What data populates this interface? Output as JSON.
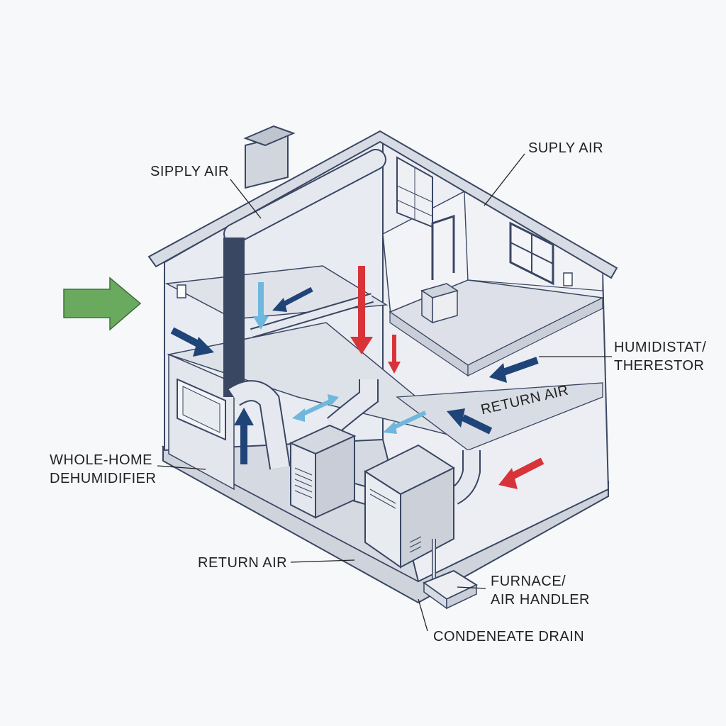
{
  "labels": {
    "supply_air_left": "SIPPLY AIR",
    "supply_air_right": "SUPLY AIR",
    "humidistat_line1": "HUMIDISTAT/",
    "humidistat_line2": "THERESTOR",
    "return_air_mid": "RETURN AIR",
    "dehumidifier_line1": "WHOLE-HOME",
    "dehumidifier_line2": "DEHUMIDIFIER",
    "return_air_bottom": "RETURN AIR",
    "furnace_line1": "FURNACE/",
    "furnace_line2": "AIR HANDLER",
    "condensate_drain": "CONDENEATE DRAIN"
  },
  "colors": {
    "outside_air_arrow": "#6aaa5e",
    "supply_arrow": "#d9333a",
    "return_arrow": "#1f4478",
    "fresh_arrow": "#6fb7dc",
    "outline": "#3a4763",
    "wall_fill": "#e4e7ee",
    "floor_fill": "#d5d9e2"
  }
}
